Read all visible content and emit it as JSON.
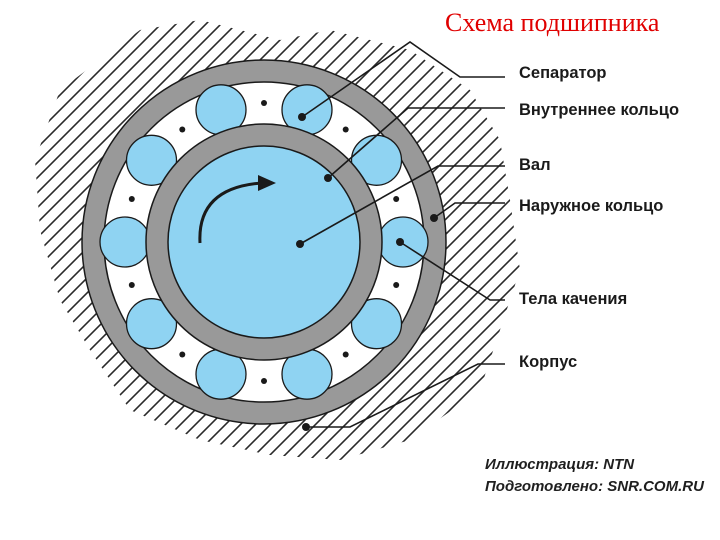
{
  "title": "Схема подшипника",
  "labels": {
    "separator": "Сепаратор",
    "inner_ring": "Внутреннее кольцо",
    "shaft": "Вал",
    "outer_ring": "Наружное кольцо",
    "rolling_elements": "Тела качения",
    "housing": "Корпус"
  },
  "credits": {
    "illustration": "Иллюстрация: NTN",
    "prepared": "Подготовлено: SNR.COM.RU"
  },
  "colors": {
    "ring": "#999999",
    "ball": "#8fd3f2",
    "shaft": "#8fd3f2",
    "outline": "#1a1a1a",
    "title": "#e00000"
  }
}
